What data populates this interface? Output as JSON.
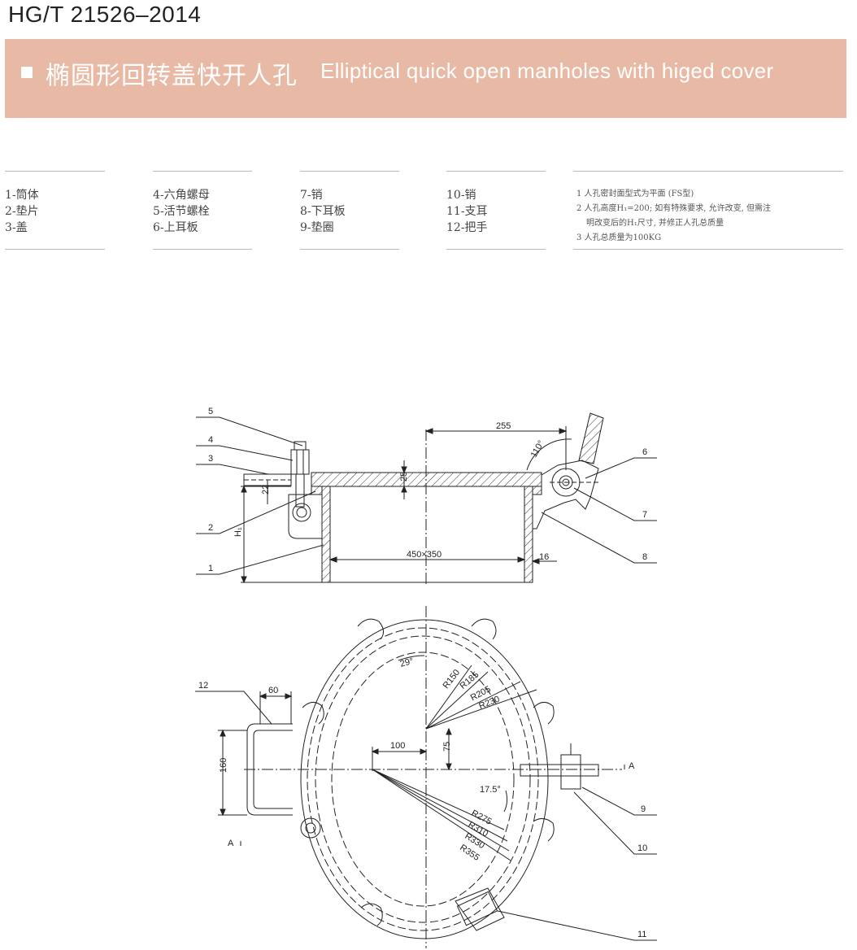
{
  "header": {
    "standard_code": "HG/T 21526–2014",
    "title_cn": "椭圆形回转盖快开人孔",
    "title_en": "Elliptical quick open manholes with higed cover"
  },
  "parts": [
    [
      "1-筒体",
      "2-垫片",
      "3-盖"
    ],
    [
      "4-六角螺母",
      "5-活节螺栓",
      "6-上耳板"
    ],
    [
      "7-销",
      "8-下耳板",
      "9-垫圈"
    ],
    [
      "10-销",
      "11-支耳",
      "12-把手"
    ]
  ],
  "notes": [
    "1 人孔密封面型式为平面 (FS型)",
    "2 人孔高度H₁=200; 如有特殊要求, 允许改变, 但需注",
    "明改变后的H₁尺寸, 并修正人孔总质量",
    "3 人孔总质量为100KG"
  ],
  "drawing": {
    "section": {
      "dim_255": "255",
      "angle_110": "110°",
      "dim_25": "25",
      "dim_22": "22",
      "h1": "H₁",
      "dim_450x350": "450×350",
      "dim_16": "16",
      "labels": [
        "5",
        "4",
        "3",
        "2",
        "1",
        "6",
        "7",
        "8"
      ]
    },
    "plan": {
      "dim_60": "60",
      "dim_160": "160",
      "dim_100": "100",
      "dim_75": "75",
      "angle_29": "29°",
      "angle_17_5": "17.5°",
      "radii_upper": [
        "R150",
        "R185",
        "R205",
        "R230"
      ],
      "radii_lower": [
        "R275",
        "R310",
        "R330",
        "R355"
      ],
      "labels": [
        "12",
        "9",
        "10",
        "11"
      ],
      "section_mark": "A"
    }
  }
}
